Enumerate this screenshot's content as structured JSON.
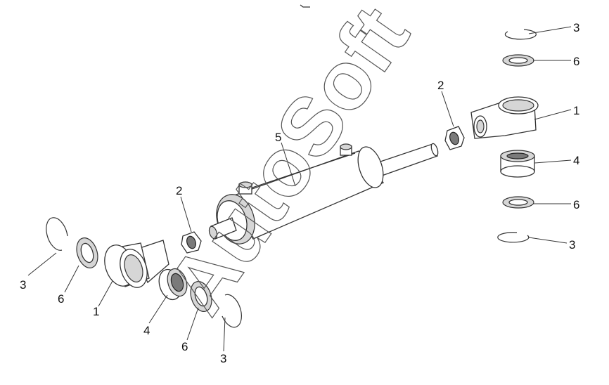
{
  "diagram": {
    "callouts": [
      {
        "id": "callout-3-top-right",
        "text": "3"
      },
      {
        "id": "callout-6-top-right",
        "text": "6"
      },
      {
        "id": "callout-1-right",
        "text": "1"
      },
      {
        "id": "callout-2-right",
        "text": "2"
      },
      {
        "id": "callout-5",
        "text": "5"
      },
      {
        "id": "callout-4-right",
        "text": "4"
      },
      {
        "id": "callout-6-mid-right",
        "text": "6"
      },
      {
        "id": "callout-3-mid-right",
        "text": "3"
      },
      {
        "id": "callout-2-left",
        "text": "2"
      },
      {
        "id": "callout-3-left",
        "text": "3"
      },
      {
        "id": "callout-6-left",
        "text": "6"
      },
      {
        "id": "callout-1-left",
        "text": "1"
      },
      {
        "id": "callout-4-left",
        "text": "4"
      },
      {
        "id": "callout-6-bottom",
        "text": "6"
      },
      {
        "id": "callout-3-bottom",
        "text": "3"
      }
    ],
    "watermark": "AutoSoft",
    "colors": {
      "watermark_stroke": "#555555",
      "ink": "#333333"
    }
  }
}
